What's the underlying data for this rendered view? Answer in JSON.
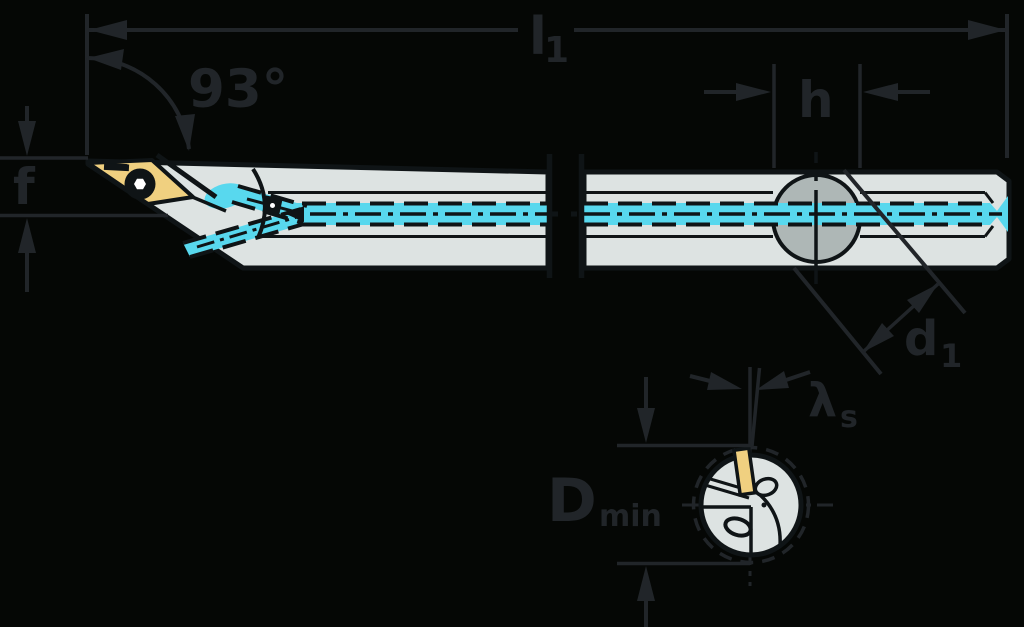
{
  "colors": {
    "bg": "#050705",
    "ann": "#212529",
    "ink": "#0f1416",
    "body": "#dde3e2",
    "boss": "#aeb7b6",
    "insert": "#f0d080",
    "coolant": "#58d8ee",
    "screw": "#ffffff"
  },
  "labels": {
    "l1": {
      "main": "l",
      "sub": "1"
    },
    "entering_angle": "93°",
    "f": "f",
    "h": "h",
    "d1": {
      "main": "d",
      "sub": "1"
    },
    "lambda_s": {
      "main": "λ",
      "sub": "s"
    },
    "d_min": {
      "main": "D",
      "sub": "min"
    }
  }
}
